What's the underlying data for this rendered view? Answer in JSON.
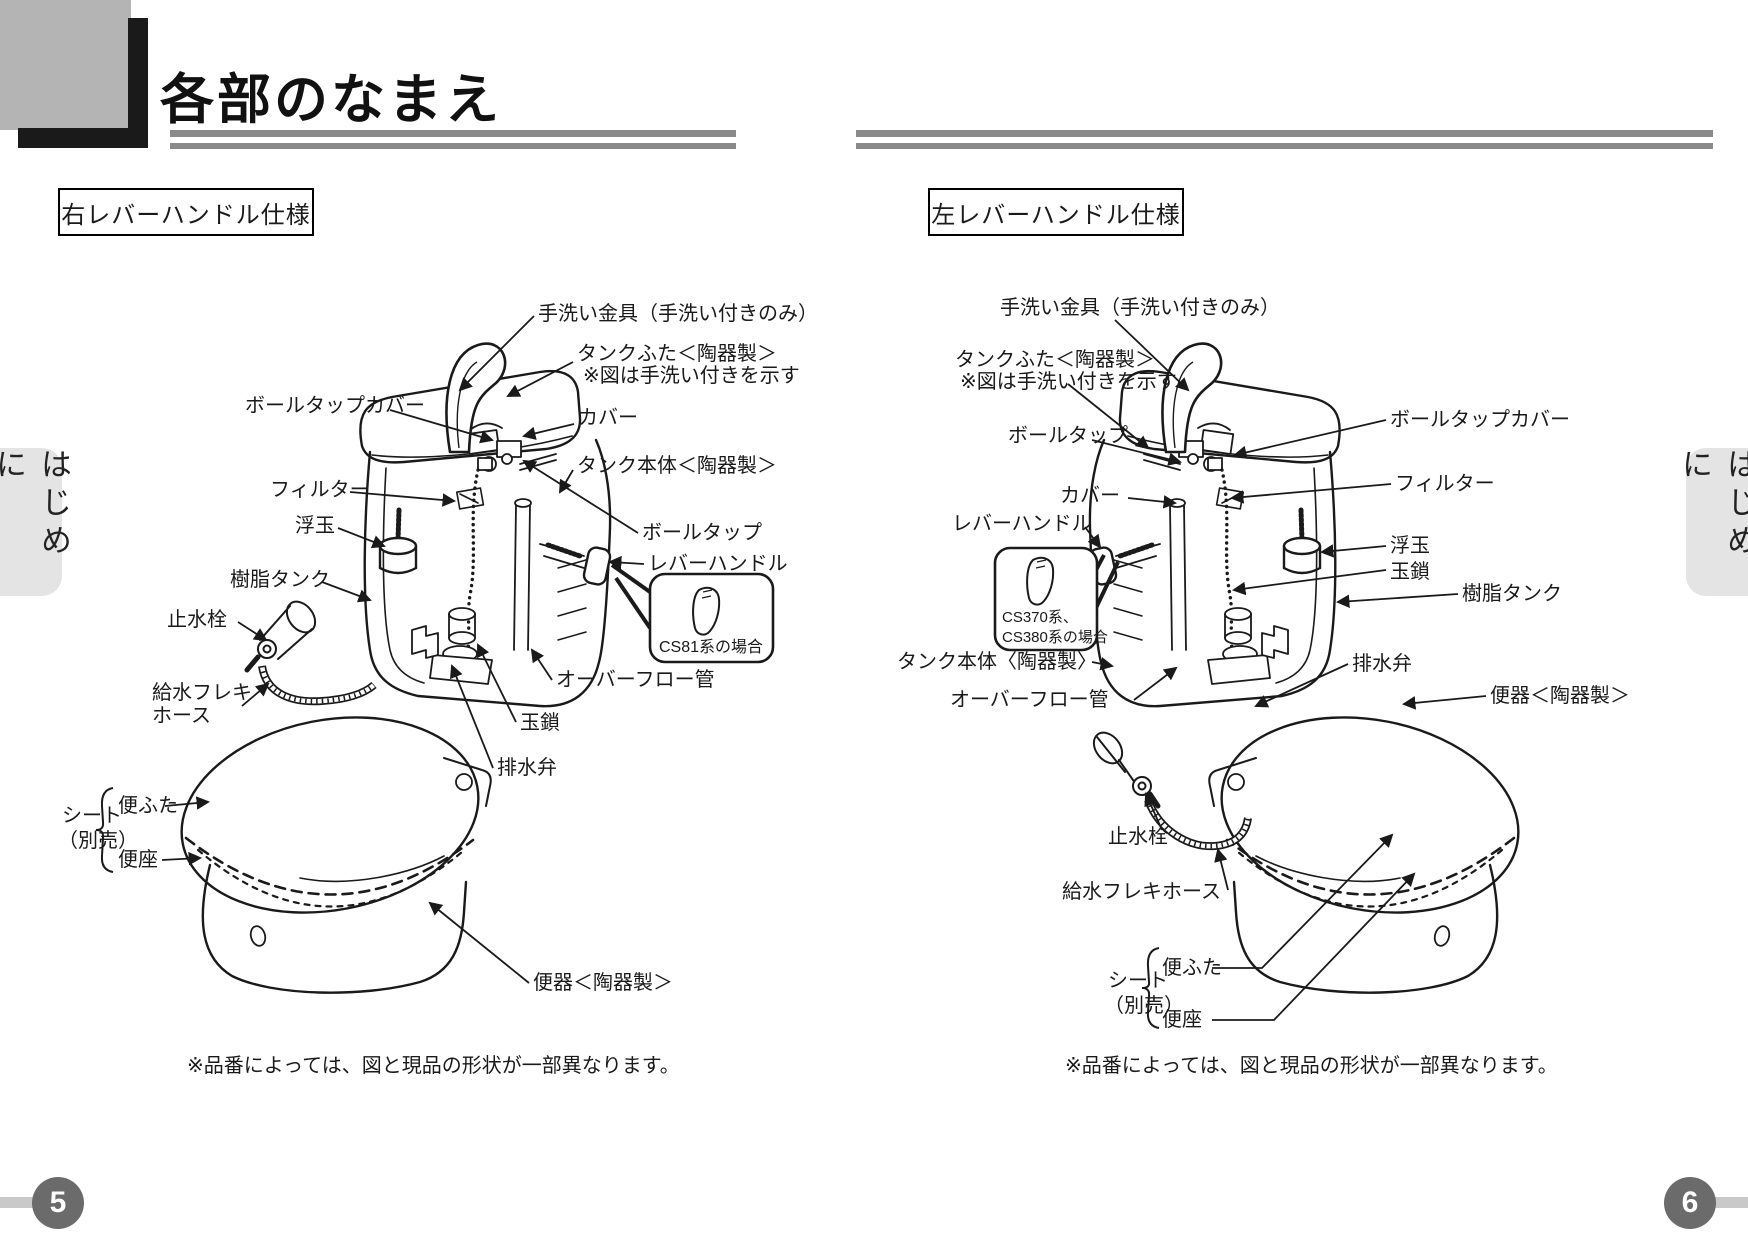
{
  "page": {
    "section_title": "各部のなまえ",
    "side_tab": "はじめに",
    "left_page_number": "5",
    "right_page_number": "6"
  },
  "left_panel": {
    "heading": "右レバーハンドル仕様",
    "inset_caption": "CS81系の場合",
    "note": "※品番によっては、図と現品の形状が一部異なります。",
    "labels": {
      "hand_wash": "手洗い金具（手洗い付きのみ）",
      "tank_lid": "タンクふた＜陶器製＞",
      "tank_lid_note": "※図は手洗い付きを示す",
      "ball_tap_cover": "ボールタップカバー",
      "cover": "カバー",
      "tank_body": "タンク本体＜陶器製＞",
      "filter": "フィルター",
      "float_ball": "浮玉",
      "ball_tap": "ボールタップ",
      "lever_handle": "レバーハンドル",
      "resin_tank": "樹脂タンク",
      "shutoff_valve": "止水栓",
      "supply_hose_1": "給水フレキ",
      "supply_hose_2": "ホース",
      "overflow_pipe": "オーバーフロー管",
      "chain": "玉鎖",
      "drain_valve": "排水弁",
      "seat_label": "シート",
      "seat_note": "（別売）",
      "seat_lid": "便ふた",
      "seat_ring": "便座",
      "bowl": "便器＜陶器製＞"
    }
  },
  "right_panel": {
    "heading": "左レバーハンドル仕様",
    "inset_caption_1": "CS370系、",
    "inset_caption_2": "CS380系の場合",
    "note": "※品番によっては、図と現品の形状が一部異なります。",
    "labels": {
      "hand_wash": "手洗い金具（手洗い付きのみ）",
      "tank_lid": "タンクふた＜陶器製＞",
      "tank_lid_note": "※図は手洗い付きを示す",
      "ball_tap": "ボールタップ",
      "ball_tap_cover": "ボールタップカバー",
      "cover": "カバー",
      "filter": "フィルター",
      "lever_handle": "レバーハンドル",
      "float_ball": "浮玉",
      "chain": "玉鎖",
      "resin_tank": "樹脂タンク",
      "tank_body": "タンク本体〈陶器製〉",
      "overflow_pipe": "オーバーフロー管",
      "drain_valve": "排水弁",
      "bowl": "便器＜陶器製＞",
      "shutoff_valve": "止水栓",
      "supply_hose": "給水フレキホース",
      "seat_label": "シート",
      "seat_note": "（別売）",
      "seat_lid": "便ふた",
      "seat_ring": "便座"
    }
  }
}
